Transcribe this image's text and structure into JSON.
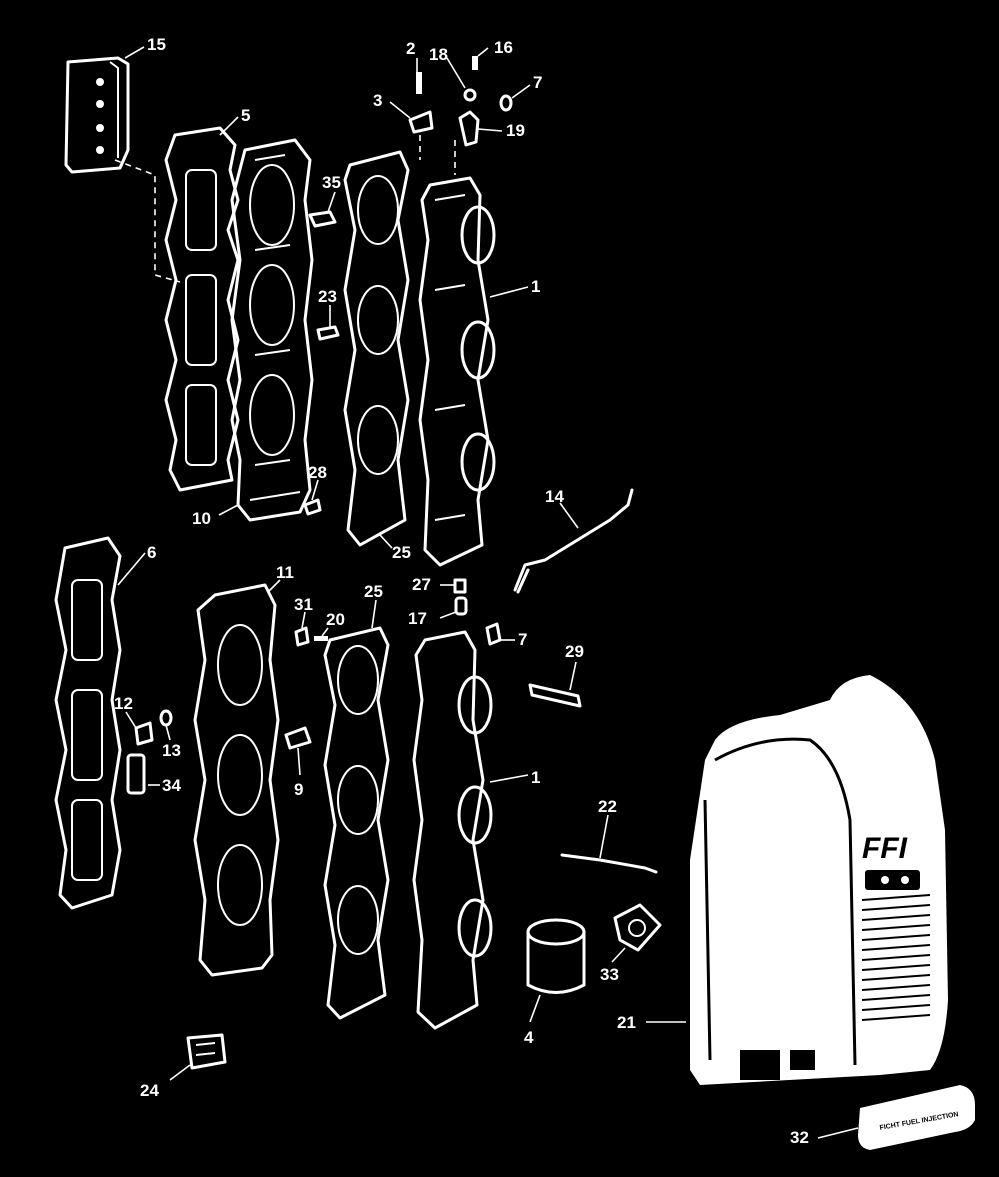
{
  "callouts": {
    "c15": "15",
    "c5": "5",
    "c2": "2",
    "c18": "18",
    "c16": "16",
    "c7a": "7",
    "c3": "3",
    "c19": "19",
    "c35": "35",
    "c1a": "1",
    "c23": "23",
    "c28": "28",
    "c10": "10",
    "c25a": "25",
    "c14": "14",
    "c6": "6",
    "c11": "11",
    "c31": "31",
    "c20": "20",
    "c25b": "25",
    "c27": "27",
    "c17": "17",
    "c7b": "7",
    "c29": "29",
    "c12": "12",
    "c13": "13",
    "c34": "34",
    "c9": "9",
    "c1b": "1",
    "c22": "22",
    "c4": "4",
    "c33": "33",
    "c21": "21",
    "c24": "24",
    "c32": "32"
  },
  "cover": {
    "logo": "FFI",
    "decal": "FICHT FUEL INJECTION"
  }
}
